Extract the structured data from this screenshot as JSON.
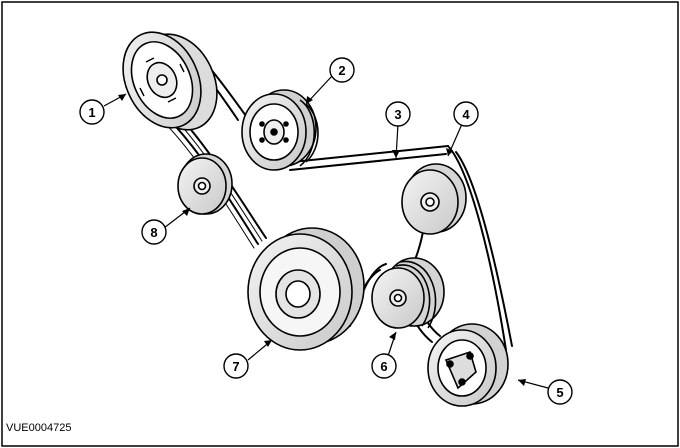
{
  "diagram": {
    "reference_code": "VUE0004725",
    "callouts": [
      {
        "id": "1",
        "label": "1"
      },
      {
        "id": "2",
        "label": "2"
      },
      {
        "id": "3",
        "label": "3"
      },
      {
        "id": "4",
        "label": "4"
      },
      {
        "id": "5",
        "label": "5"
      },
      {
        "id": "6",
        "label": "6"
      },
      {
        "id": "7",
        "label": "7"
      },
      {
        "id": "8",
        "label": "8"
      }
    ]
  }
}
